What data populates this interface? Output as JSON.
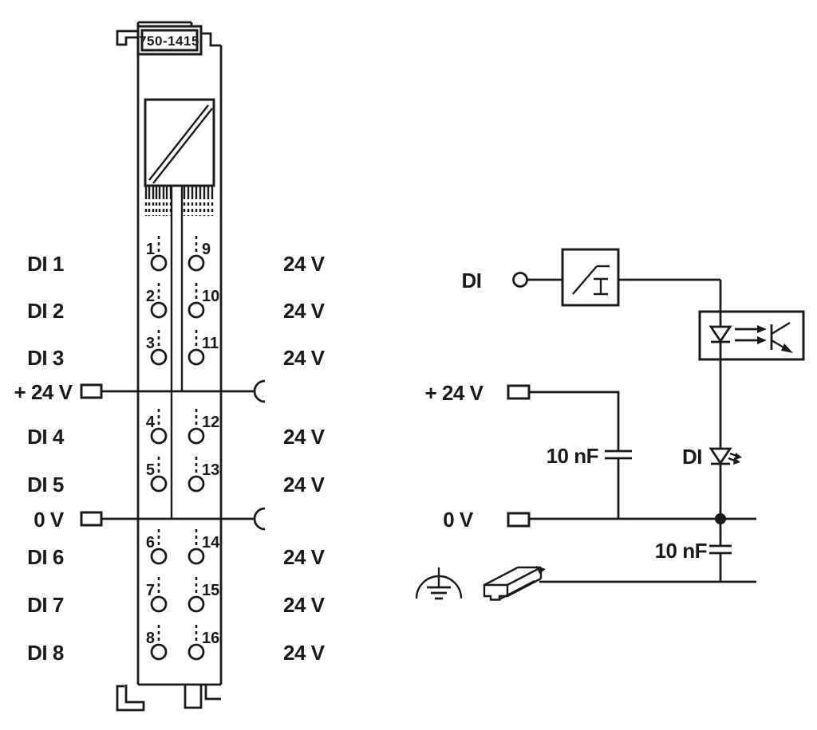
{
  "module": {
    "part_number": "750-1415",
    "left_labels": [
      "DI 1",
      "DI 2",
      "DI 3",
      "DI 4",
      "DI 5",
      "DI 6",
      "DI 7",
      "DI 8"
    ],
    "power_labels": {
      "plus": "+ 24 V",
      "zero": "0 V"
    },
    "right_labels": [
      "24 V",
      "24 V",
      "24 V",
      "24 V",
      "24 V",
      "24 V",
      "24 V",
      "24 V"
    ],
    "terminals_left": [
      "1",
      "2",
      "3",
      "4",
      "5",
      "6",
      "7",
      "8"
    ],
    "terminals_right": [
      "9",
      "10",
      "11",
      "12",
      "13",
      "14",
      "15",
      "16"
    ]
  },
  "circuit": {
    "input_label": "DI",
    "supply_label": "+ 24 V",
    "zero_label": "0 V",
    "cap1_label": "10 nF",
    "cap2_label": "10 nF",
    "led_label": "DI"
  },
  "symbols": {
    "electronics": "electronics-isolation-icon",
    "filter": "input-filter-icon",
    "optocoupler": "optocoupler-icon",
    "status_led": "led-indicator-icon",
    "ground": "functional-earth-icon",
    "din_rail": "din-rail-icon",
    "power_contact": "power-jumper-contact-icon"
  },
  "colors": {
    "line": "#1a1a1a",
    "background": "#ffffff"
  }
}
